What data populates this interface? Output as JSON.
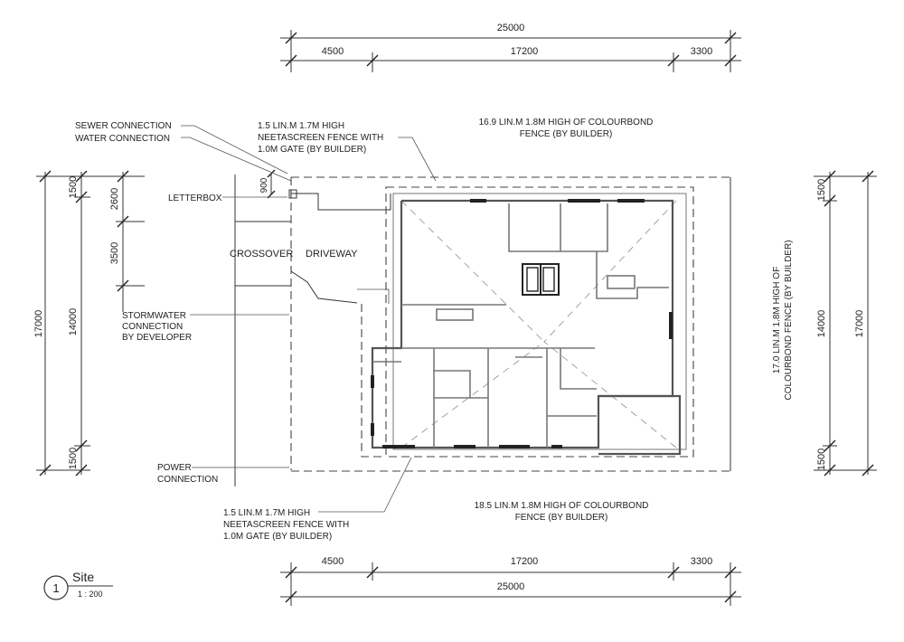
{
  "dimensions": {
    "top_overall": "25000",
    "top_left": "4500",
    "top_mid": "17200",
    "top_right": "3300",
    "bottom_left": "4500",
    "bottom_mid": "17200",
    "bottom_right": "3300",
    "bottom_overall": "25000",
    "left_overall": "17000",
    "left_top": "1500",
    "left_mid": "14000",
    "left_bottom": "1500",
    "left_sub_top": "2600",
    "left_sub_mid": "3500",
    "letterbox_offset": "900",
    "right_overall": "17000",
    "right_top": "1500",
    "right_mid": "14000",
    "right_bottom": "1500"
  },
  "labels": {
    "sewer": "SEWER CONNECTION",
    "water": "WATER CONNECTION",
    "letterbox": "LETTERBOX",
    "crossover": "CROSSOVER",
    "driveway": "DRIVEWAY",
    "stormwater_1": "STORMWATER",
    "stormwater_2": "CONNECTION",
    "stormwater_3": "BY DEVELOPER",
    "power_1": "POWER",
    "power_2": "CONNECTION",
    "neeta_top_1": "1.5 LIN.M 1.7M HIGH",
    "neeta_top_2": "NEETASCREEN FENCE WITH",
    "neeta_top_3": "1.0M GATE (BY BUILDER)",
    "fence_top_1": "16.9 LIN.M 1.8M HIGH OF COLOURBOND",
    "fence_top_2": "FENCE  (BY BUILDER)",
    "fence_right_1": "17.0 LIN.M 1.8M HIGH OF",
    "fence_right_2": "COLOURBOND FENCE  (BY BUILDER)",
    "neeta_bottom_1": "1.5 LIN.M 1.7M HIGH",
    "neeta_bottom_2": "NEETASCREEN FENCE WITH",
    "neeta_bottom_3": "1.0M GATE (BY BUILDER)",
    "fence_bottom_1": "18.5 LIN.M 1.8M HIGH OF COLOURBOND",
    "fence_bottom_2": "FENCE  (BY BUILDER)"
  },
  "title_block": {
    "number": "1",
    "name": "Site",
    "scale": "1 : 200"
  }
}
